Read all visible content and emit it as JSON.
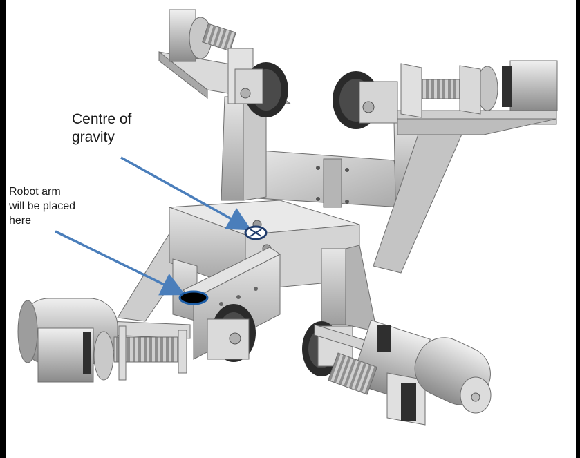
{
  "annotations": {
    "centre_of_gravity": "Centre of\ngravity",
    "robot_arm": "Robot arm\nwill be placed\nhere"
  },
  "colors": {
    "arrow": "#4a7ebb",
    "metal_light": "#dcdcdc",
    "metal_mid": "#b9b9b9",
    "metal_dark": "#8c8c8c",
    "wheel": "#2a2a2a",
    "marker_ring": "#1f3b6b"
  },
  "icons": [
    "centre-of-gravity-marker",
    "robot-arm-mount-marker"
  ]
}
